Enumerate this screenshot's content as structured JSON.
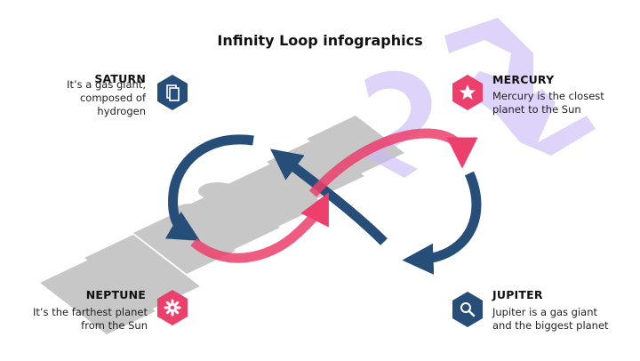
{
  "slide": {
    "title": "Infinity Loop infographics",
    "colors": {
      "navy": "#264e78",
      "pink": "#ec3f6b"
    },
    "items": [
      {
        "name": "SATURN",
        "desc": "It’s a gas giant, composed of hydrogen",
        "icon": "document-icon",
        "color": "#264e78"
      },
      {
        "name": "MERCURY",
        "desc": "Mercury is the  closest planet to the Sun",
        "icon": "star-icon",
        "color": "#ec3f6b"
      },
      {
        "name": "NEPTUNE",
        "desc": "It’s the farthest  planet from the Sun",
        "icon": "gear-icon",
        "color": "#ec3f6b"
      },
      {
        "name": "JUPITER",
        "desc": "Jupiter is a gas giant and the biggest planet",
        "icon": "search-icon",
        "color": "#264e78"
      }
    ]
  }
}
